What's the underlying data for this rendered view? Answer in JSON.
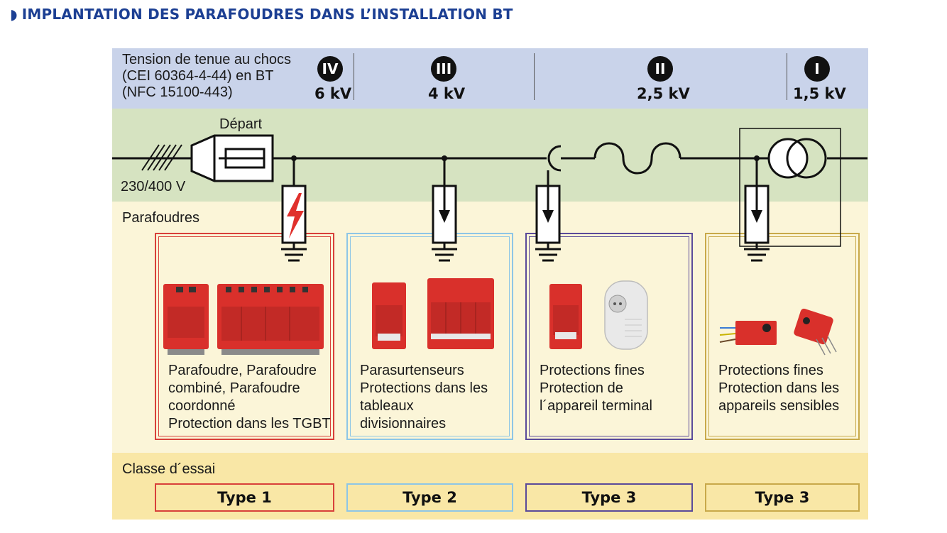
{
  "header": {
    "marker": "◗",
    "title": "IMPLANTATION DES PARAFOUDRES DANS L’INSTALLATION BT"
  },
  "voltage": {
    "label_lines": [
      "Tension de tenue au chocs",
      "(CEI 60364-4-44) en BT",
      "(NFC 15100-443)"
    ],
    "categories": [
      {
        "roman": "IV",
        "kv": "6 kV"
      },
      {
        "roman": "III",
        "kv": "4 kV"
      },
      {
        "roman": "II",
        "kv": "2,5 kV"
      },
      {
        "roman": "I",
        "kv": "1,5 kV"
      }
    ]
  },
  "line": {
    "depart": "Départ",
    "network": "230/400 V"
  },
  "parafoudres": {
    "label": "Parafoudres",
    "boxes": [
      {
        "lines": [
          "Parafoudre, Parafoudre",
          "combiné, Parafoudre",
          "coordonné",
          "Protection dans les TGBT"
        ],
        "color": "#d8403a"
      },
      {
        "lines": [
          "Parasurtenseurs",
          "Protections dans les",
          "tableaux",
          "divisionnaires"
        ],
        "color": "#8ec6e6"
      },
      {
        "lines": [
          "Protections fines",
          "Protection de",
          "l´appareil terminal"
        ],
        "color": "#5a4a9a"
      },
      {
        "lines": [
          "Protections fines",
          "Protection dans les",
          "appareils sensibles"
        ],
        "color": "#c8a94a"
      }
    ]
  },
  "classe": {
    "label": "Classe d´essai",
    "types": [
      {
        "label": "Type 1",
        "color": "#d8403a"
      },
      {
        "label": "Type 2",
        "color": "#8ec6e6"
      },
      {
        "label": "Type 3",
        "color": "#5a4a9a"
      },
      {
        "label": "Type 3",
        "color": "#c8a94a"
      }
    ]
  },
  "colors": {
    "heading": "#1c3f93",
    "surge_red": "#e0302c",
    "surge_ground_strip": "#8a8a8a"
  },
  "icons": [
    "lightning-icon",
    "arrow-down-icon",
    "fuse-icon",
    "transformer-icon",
    "ground-icon"
  ]
}
